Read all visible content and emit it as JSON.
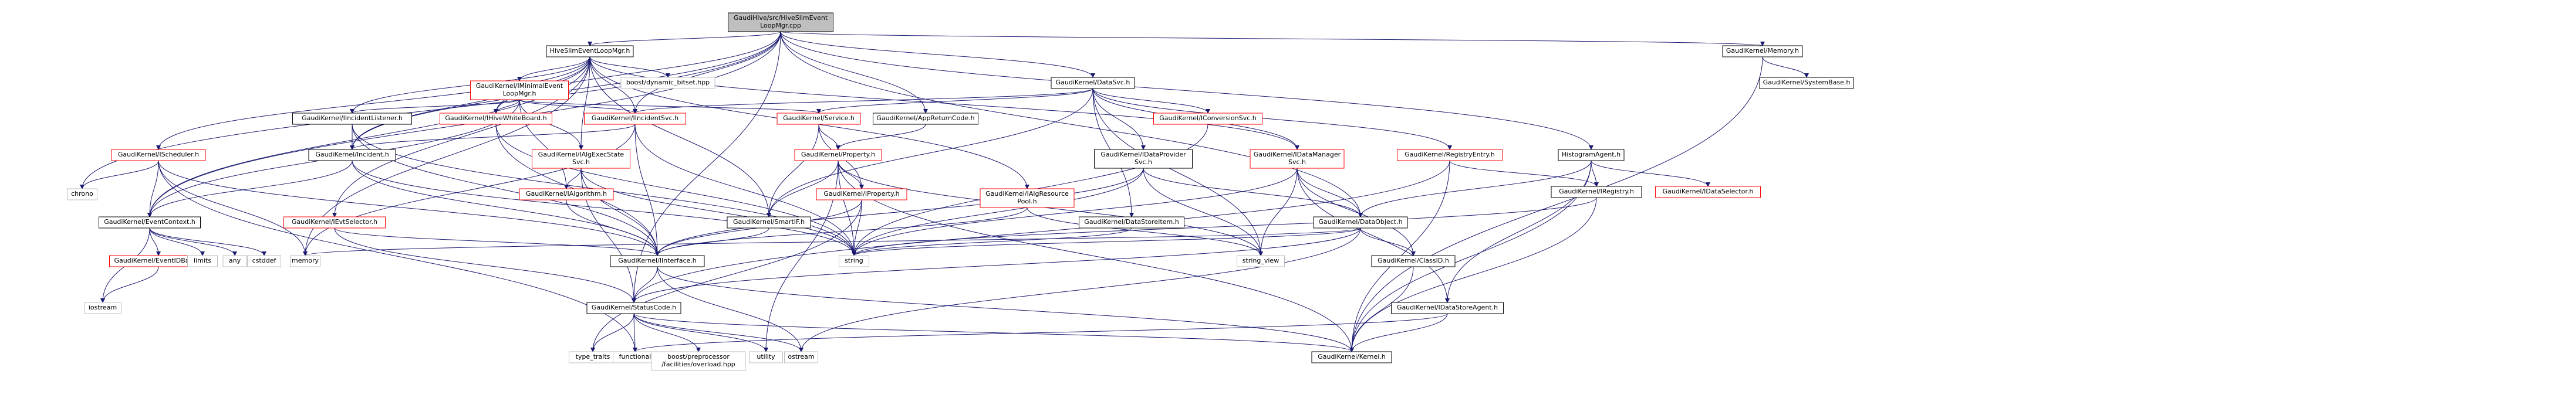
{
  "colors": {
    "root_fill": "#bfbfbf",
    "node_fill": "#ffffff",
    "node_border_documented": "#000000",
    "node_border_external": "#bfbfbf",
    "node_border_red": "#ff0000",
    "edge": "#191970"
  },
  "nodes": [
    {
      "id": "root",
      "lines": [
        "GaudiHive/src/HiveSlimEvent",
        "LoopMgr.cpp"
      ],
      "kind": "root"
    },
    {
      "id": "hivemgr",
      "lines": [
        "HiveSlimEventLoopMgr.h"
      ],
      "kind": "doc"
    },
    {
      "id": "datasvc",
      "lines": [
        "GaudiKernel/DataSvc.h"
      ],
      "kind": "doc"
    },
    {
      "id": "memory_h",
      "lines": [
        "GaudiKernel/Memory.h"
      ],
      "kind": "doc"
    },
    {
      "id": "systembase",
      "lines": [
        "GaudiKernel/SystemBase.h"
      ],
      "kind": "doc"
    },
    {
      "id": "histoagent",
      "lines": [
        "HistogramAgent.h"
      ],
      "kind": "doc"
    },
    {
      "id": "minimalevent",
      "lines": [
        "GaudiKernel/IMinimalEvent",
        "LoopMgr.h"
      ],
      "kind": "red"
    },
    {
      "id": "dynbitset",
      "lines": [
        "boost/dynamic_bitset.hpp"
      ],
      "kind": "ext"
    },
    {
      "id": "ischeduler",
      "lines": [
        "GaudiKernel/IScheduler.h"
      ],
      "kind": "red"
    },
    {
      "id": "iincidentlistener",
      "lines": [
        "GaudiKernel/IIncidentListener.h"
      ],
      "kind": "doc"
    },
    {
      "id": "ihivewb",
      "lines": [
        "GaudiKernel/IHiveWhiteBoard.h"
      ],
      "kind": "red"
    },
    {
      "id": "iincidentsvc",
      "lines": [
        "GaudiKernel/IIncidentSvc.h"
      ],
      "kind": "red"
    },
    {
      "id": "service",
      "lines": [
        "GaudiKernel/Service.h"
      ],
      "kind": "red"
    },
    {
      "id": "appreturncode",
      "lines": [
        "GaudiKernel/AppReturnCode.h"
      ],
      "kind": "doc"
    },
    {
      "id": "iconversionsvc",
      "lines": [
        "GaudiKernel/IConversionSvc.h"
      ],
      "kind": "red"
    },
    {
      "id": "iregistryentry",
      "lines": [
        "GaudiKernel/RegistryEntry.h"
      ],
      "kind": "red"
    },
    {
      "id": "incident",
      "lines": [
        "GaudiKernel/Incident.h"
      ],
      "kind": "doc"
    },
    {
      "id": "ialgexecstate",
      "lines": [
        "GaudiKernel/IAlgExecState",
        "Svc.h"
      ],
      "kind": "red"
    },
    {
      "id": "property",
      "lines": [
        "GaudiKernel/Property.h"
      ],
      "kind": "red"
    },
    {
      "id": "idataprovider",
      "lines": [
        "GaudiKernel/IDataProvider",
        "Svc.h"
      ],
      "kind": "doc"
    },
    {
      "id": "idatamanager",
      "lines": [
        "GaudiKernel/IDataManager",
        "Svc.h"
      ],
      "kind": "red"
    },
    {
      "id": "iregistry",
      "lines": [
        "GaudiKernel/IRegistry.h"
      ],
      "kind": "doc"
    },
    {
      "id": "idataselector",
      "lines": [
        "GaudiKernel/IDataSelector.h"
      ],
      "kind": "red"
    },
    {
      "id": "chrono",
      "lines": [
        "chrono"
      ],
      "kind": "ext"
    },
    {
      "id": "eventcontext",
      "lines": [
        "GaudiKernel/EventContext.h"
      ],
      "kind": "doc"
    },
    {
      "id": "ievtselector",
      "lines": [
        "GaudiKernel/IEvtSelector.h"
      ],
      "kind": "red"
    },
    {
      "id": "ialgorithm",
      "lines": [
        "GaudiKernel/IAlgorithm.h"
      ],
      "kind": "red"
    },
    {
      "id": "smartif",
      "lines": [
        "GaudiKernel/SmartIF.h"
      ],
      "kind": "doc"
    },
    {
      "id": "iproperty",
      "lines": [
        "GaudiKernel/IProperty.h"
      ],
      "kind": "red"
    },
    {
      "id": "ialgresource",
      "lines": [
        "GaudiKernel/IAlgResource",
        "Pool.h"
      ],
      "kind": "red"
    },
    {
      "id": "datastoreitem",
      "lines": [
        "GaudiKernel/DataStoreItem.h"
      ],
      "kind": "doc"
    },
    {
      "id": "dataobject",
      "lines": [
        "GaudiKernel/DataObject.h"
      ],
      "kind": "doc"
    },
    {
      "id": "ieventdbase",
      "lines": [
        "GaudiKernel/EventIDBase.h"
      ],
      "kind": "red"
    },
    {
      "id": "limits",
      "lines": [
        "limits"
      ],
      "kind": "ext"
    },
    {
      "id": "any",
      "lines": [
        "any"
      ],
      "kind": "ext"
    },
    {
      "id": "cstddef",
      "lines": [
        "cstddef"
      ],
      "kind": "ext"
    },
    {
      "id": "memory",
      "lines": [
        "memory"
      ],
      "kind": "ext"
    },
    {
      "id": "iinterface",
      "lines": [
        "GaudiKernel/IInterface.h"
      ],
      "kind": "doc"
    },
    {
      "id": "string",
      "lines": [
        "string"
      ],
      "kind": "ext"
    },
    {
      "id": "string_view",
      "lines": [
        "string_view"
      ],
      "kind": "ext"
    },
    {
      "id": "classid",
      "lines": [
        "GaudiKernel/ClassID.h"
      ],
      "kind": "doc"
    },
    {
      "id": "iostream",
      "lines": [
        "iostream"
      ],
      "kind": "ext"
    },
    {
      "id": "statuscode",
      "lines": [
        "GaudiKernel/StatusCode.h"
      ],
      "kind": "doc"
    },
    {
      "id": "idatastoreagent",
      "lines": [
        "GaudiKernel/IDataStoreAgent.h"
      ],
      "kind": "doc"
    },
    {
      "id": "type_traits",
      "lines": [
        "type_traits"
      ],
      "kind": "ext"
    },
    {
      "id": "functional",
      "lines": [
        "functional"
      ],
      "kind": "ext"
    },
    {
      "id": "overload",
      "lines": [
        "boost/preprocessor",
        "/facilities/overload.hpp"
      ],
      "kind": "ext"
    },
    {
      "id": "utility",
      "lines": [
        "utility"
      ],
      "kind": "ext"
    },
    {
      "id": "ostream",
      "lines": [
        "ostream"
      ],
      "kind": "ext"
    },
    {
      "id": "kernel",
      "lines": [
        "GaudiKernel/Kernel.h"
      ],
      "kind": "doc"
    }
  ],
  "edges": [
    [
      "root",
      "hivemgr"
    ],
    [
      "root",
      "datasvc"
    ],
    [
      "root",
      "memory_h"
    ],
    [
      "root",
      "histoagent"
    ],
    [
      "root",
      "chrono"
    ],
    [
      "root",
      "eventcontext"
    ],
    [
      "root",
      "statuscode"
    ],
    [
      "root",
      "dataobject"
    ],
    [
      "root",
      "appreturncode"
    ],
    [
      "root",
      "incident"
    ],
    [
      "root",
      "iincidentsvc"
    ],
    [
      "root",
      "ihivewb"
    ],
    [
      "memory_h",
      "systembase"
    ],
    [
      "memory_h",
      "kernel"
    ],
    [
      "hivemgr",
      "minimalevent"
    ],
    [
      "hivemgr",
      "dynbitset"
    ],
    [
      "hivemgr",
      "ischeduler"
    ],
    [
      "hivemgr",
      "iincidentlistener"
    ],
    [
      "hivemgr",
      "ihivewb"
    ],
    [
      "hivemgr",
      "iincidentsvc"
    ],
    [
      "hivemgr",
      "ialgexecstate"
    ],
    [
      "hivemgr",
      "ievtselector"
    ],
    [
      "hivemgr",
      "ialgresource"
    ],
    [
      "hivemgr",
      "idatamanager"
    ],
    [
      "hivemgr",
      "smartif"
    ],
    [
      "hivemgr",
      "memory"
    ],
    [
      "hivemgr",
      "eventcontext"
    ],
    [
      "hivemgr",
      "incident"
    ],
    [
      "minimalevent",
      "service"
    ],
    [
      "minimalevent",
      "iincidentlistener"
    ],
    [
      "minimalevent",
      "ihivewb"
    ],
    [
      "minimalevent",
      "iincidentsvc"
    ],
    [
      "minimalevent",
      "eventcontext"
    ],
    [
      "minimalevent",
      "ialgexecstate"
    ],
    [
      "minimalevent",
      "ialgorithm"
    ],
    [
      "datasvc",
      "service"
    ],
    [
      "datasvc",
      "iconversionsvc"
    ],
    [
      "datasvc",
      "iregistryentry"
    ],
    [
      "datasvc",
      "idataprovider"
    ],
    [
      "datasvc",
      "idatamanager"
    ],
    [
      "datasvc",
      "iincidentsvc"
    ],
    [
      "datasvc",
      "smartif"
    ],
    [
      "datasvc",
      "datastoreitem"
    ],
    [
      "datasvc",
      "string_view"
    ],
    [
      "histoagent",
      "iregistry"
    ],
    [
      "histoagent",
      "idataselector"
    ],
    [
      "histoagent",
      "dataobject"
    ],
    [
      "histoagent",
      "idatastoreagent"
    ],
    [
      "histoagent",
      "kernel"
    ],
    [
      "ischeduler",
      "chrono"
    ],
    [
      "ischeduler",
      "eventcontext"
    ],
    [
      "ischeduler",
      "memory"
    ],
    [
      "ischeduler",
      "functional"
    ],
    [
      "ischeduler",
      "iinterface"
    ],
    [
      "iincidentlistener",
      "incident"
    ],
    [
      "iincidentlistener",
      "iinterface"
    ],
    [
      "iincidentlistener",
      "string"
    ],
    [
      "ihivewb",
      "iinterface"
    ],
    [
      "ihivewb",
      "string"
    ],
    [
      "iincidentsvc",
      "incident"
    ],
    [
      "iincidentsvc",
      "iinterface"
    ],
    [
      "iincidentsvc",
      "string"
    ],
    [
      "iincidentsvc",
      "memory"
    ],
    [
      "service",
      "property"
    ],
    [
      "service",
      "iproperty"
    ],
    [
      "service",
      "smartif"
    ],
    [
      "appreturncode",
      "property"
    ],
    [
      "iconversionsvc",
      "string"
    ],
    [
      "iregistryentry",
      "iregistry"
    ],
    [
      "iregistryentry",
      "kernel"
    ],
    [
      "iregistryentry",
      "statuscode"
    ],
    [
      "incident",
      "eventcontext"
    ],
    [
      "incident",
      "string"
    ],
    [
      "incident",
      "iinterface"
    ],
    [
      "ialgexecstate",
      "ialgorithm"
    ],
    [
      "ialgexecstate",
      "iinterface"
    ],
    [
      "ialgexecstate",
      "string"
    ],
    [
      "ialgexecstate",
      "statuscode"
    ],
    [
      "property",
      "iproperty"
    ],
    [
      "property",
      "smartif"
    ],
    [
      "property",
      "string"
    ],
    [
      "property",
      "utility"
    ],
    [
      "property",
      "kernel"
    ],
    [
      "property",
      "string_view"
    ],
    [
      "idataprovider",
      "dataobject"
    ],
    [
      "idataprovider",
      "iinterface"
    ],
    [
      "idataprovider",
      "string"
    ],
    [
      "idataprovider",
      "string_view"
    ],
    [
      "idatamanager",
      "dataobject"
    ],
    [
      "idatamanager",
      "classid"
    ],
    [
      "idatamanager",
      "idatastoreagent"
    ],
    [
      "idatamanager",
      "string"
    ],
    [
      "idatamanager",
      "string_view"
    ],
    [
      "iregistry",
      "kernel"
    ],
    [
      "iregistry",
      "string"
    ],
    [
      "eventcontext",
      "ieventdbase"
    ],
    [
      "eventcontext",
      "limits"
    ],
    [
      "eventcontext",
      "any"
    ],
    [
      "eventcontext",
      "cstddef"
    ],
    [
      "eventcontext",
      "iostream"
    ],
    [
      "ievtselector",
      "iinterface"
    ],
    [
      "ievtselector",
      "statuscode"
    ],
    [
      "ialgorithm",
      "iinterface"
    ],
    [
      "smartif",
      "iinterface"
    ],
    [
      "iproperty",
      "iinterface"
    ],
    [
      "iproperty",
      "string"
    ],
    [
      "iproperty",
      "type_traits"
    ],
    [
      "ialgresource",
      "iinterface"
    ],
    [
      "ialgresource",
      "string_view"
    ],
    [
      "datastoreitem",
      "string"
    ],
    [
      "dataobject",
      "classid"
    ],
    [
      "dataobject",
      "statuscode"
    ],
    [
      "dataobject",
      "string"
    ],
    [
      "dataobject",
      "memory"
    ],
    [
      "dataobject",
      "ostream"
    ],
    [
      "ieventdbase",
      "iostream"
    ],
    [
      "iinterface",
      "statuscode"
    ],
    [
      "iinterface",
      "ostream"
    ],
    [
      "iinterface",
      "kernel"
    ],
    [
      "classid",
      "kernel"
    ],
    [
      "statuscode",
      "type_traits"
    ],
    [
      "statuscode",
      "functional"
    ],
    [
      "statuscode",
      "overload"
    ],
    [
      "statuscode",
      "utility"
    ],
    [
      "statuscode",
      "ostream"
    ],
    [
      "statuscode",
      "kernel"
    ],
    [
      "idatastoreagent",
      "kernel"
    ],
    [
      "idatastoreagent",
      "functional"
    ]
  ]
}
